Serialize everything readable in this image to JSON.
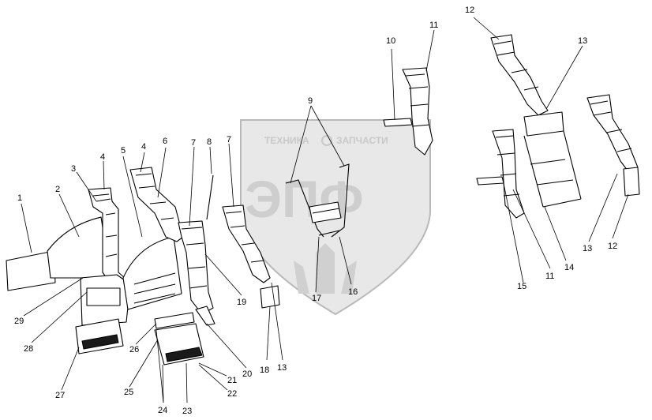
{
  "watermark": {
    "line1_left": "ТЕХНИКА",
    "line1_right": "ЗАПЧАСТИ",
    "logo": "ЭПФ"
  },
  "callouts": [
    {
      "id": "c1",
      "text": "1"
    },
    {
      "id": "c2",
      "text": "2"
    },
    {
      "id": "c3",
      "text": "3"
    },
    {
      "id": "c4a",
      "text": "4"
    },
    {
      "id": "c4b",
      "text": "4"
    },
    {
      "id": "c5",
      "text": "5"
    },
    {
      "id": "c6",
      "text": "6"
    },
    {
      "id": "c7a",
      "text": "7"
    },
    {
      "id": "c7b",
      "text": "7"
    },
    {
      "id": "c8",
      "text": "8"
    },
    {
      "id": "c9",
      "text": "9"
    },
    {
      "id": "c10",
      "text": "10"
    },
    {
      "id": "c11a",
      "text": "11"
    },
    {
      "id": "c11b",
      "text": "11"
    },
    {
      "id": "c12a",
      "text": "12"
    },
    {
      "id": "c12b",
      "text": "12"
    },
    {
      "id": "c13a",
      "text": "13"
    },
    {
      "id": "c13b",
      "text": "13"
    },
    {
      "id": "c13c",
      "text": "13"
    },
    {
      "id": "c14",
      "text": "14"
    },
    {
      "id": "c15",
      "text": "15"
    },
    {
      "id": "c16",
      "text": "16"
    },
    {
      "id": "c17",
      "text": "17"
    },
    {
      "id": "c18",
      "text": "18"
    },
    {
      "id": "c19",
      "text": "19"
    },
    {
      "id": "c20",
      "text": "20"
    },
    {
      "id": "c21",
      "text": "21"
    },
    {
      "id": "c22",
      "text": "22"
    },
    {
      "id": "c23",
      "text": "23"
    },
    {
      "id": "c24",
      "text": "24"
    },
    {
      "id": "c25",
      "text": "25"
    },
    {
      "id": "c26",
      "text": "26"
    },
    {
      "id": "c27",
      "text": "27"
    },
    {
      "id": "c28",
      "text": "28"
    },
    {
      "id": "c29",
      "text": "29"
    }
  ]
}
